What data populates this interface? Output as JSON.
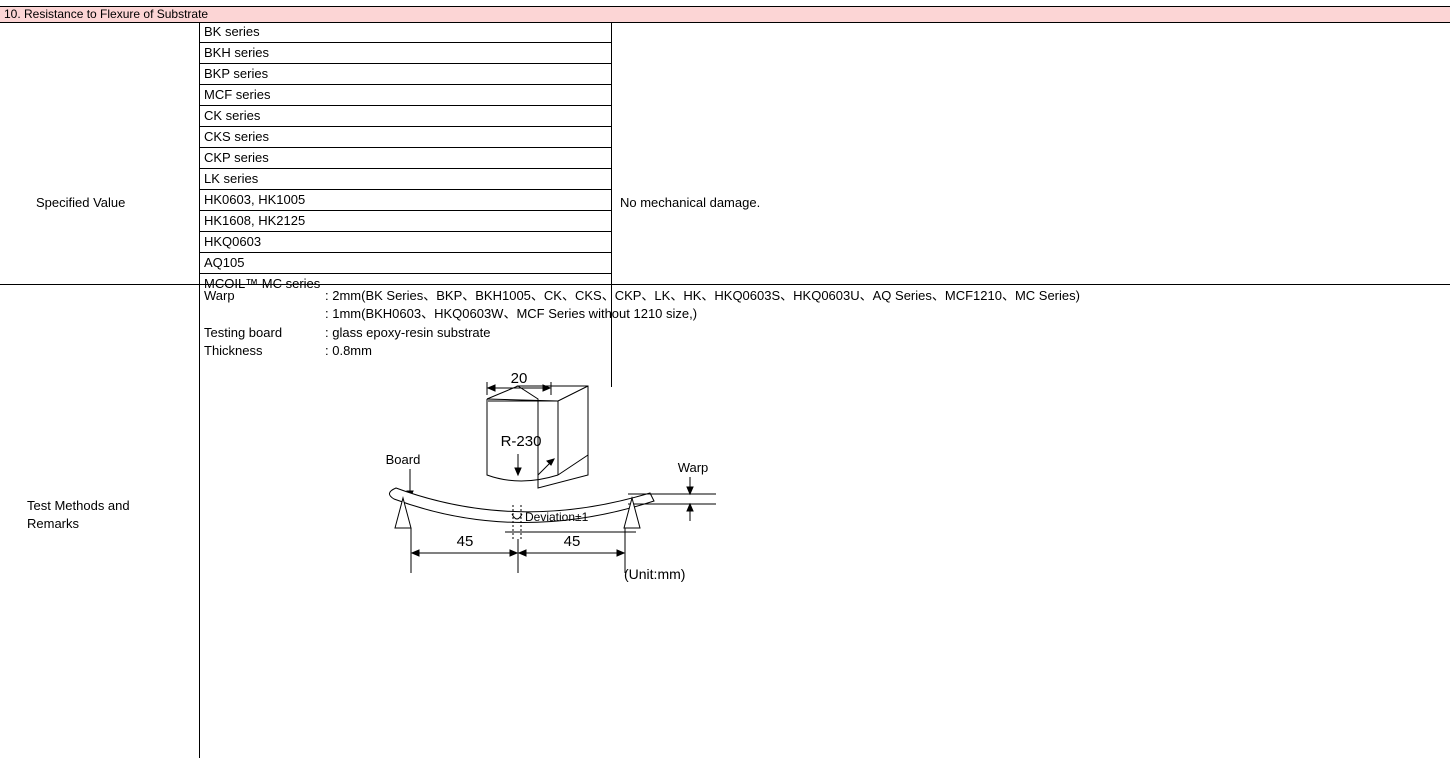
{
  "section_title": "10. Resistance to Flexure of Substrate",
  "specified": {
    "label": "Specified Value",
    "series": [
      "BK series",
      "BKH series",
      "BKP series",
      "MCF series",
      "CK series",
      "CKS series",
      "CKP series",
      "LK series",
      "HK0603, HK1005",
      "HK1608, HK2125",
      "HKQ0603",
      "AQ105",
      "MCOIL™ MC series"
    ],
    "value": "No mechanical damage."
  },
  "test": {
    "label_line1": "Test  Methods  and",
    "label_line2": "Remarks",
    "params": [
      {
        "name": "Warp",
        "value": ": 2mm(BK Series、BKP、BKH1005、CK、CKS、CKP、LK、HK、HKQ0603S、HKQ0603U、AQ Series、MCF1210、MC Series)"
      },
      {
        "name": "",
        "value": ": 1mm(BKH0603、HKQ0603W、MCF Series without 1210 size,)"
      },
      {
        "name": "Testing board",
        "value": ": glass epoxy-resin substrate"
      },
      {
        "name": "Thickness",
        "value": ": 0.8mm"
      }
    ],
    "diagram": {
      "dim_top": "20",
      "radius": "R-230",
      "board": "Board",
      "warp": "Warp",
      "deviation": "Deviation±1",
      "dim_left": "45",
      "dim_right": "45",
      "unit": "(Unit:mm)"
    }
  }
}
